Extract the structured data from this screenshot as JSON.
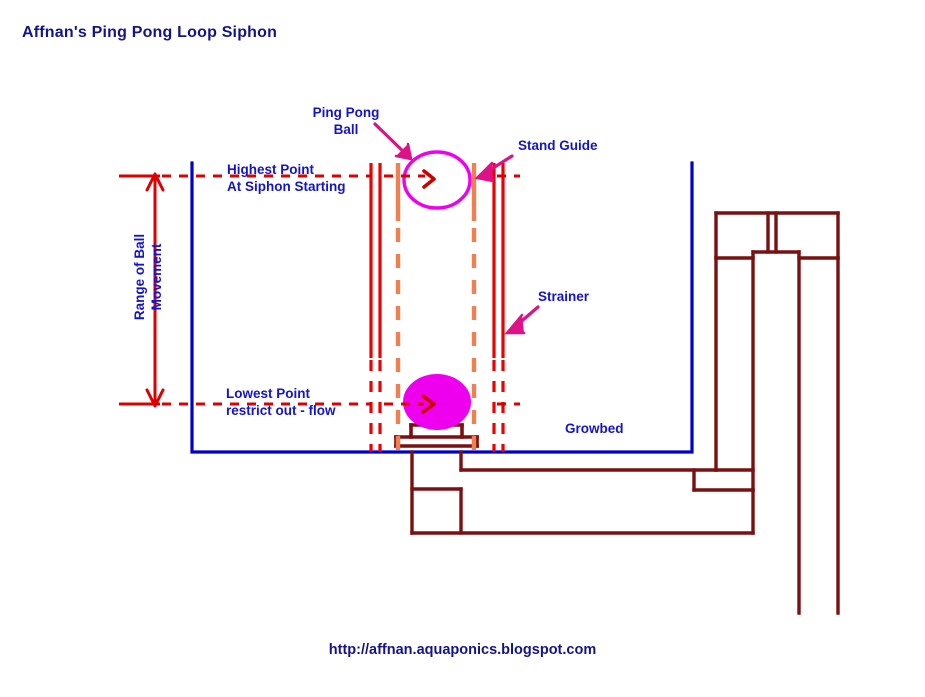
{
  "page": {
    "title": "Affnan's Ping Pong Loop Siphon",
    "footer_url": "http://affnan.aquaponics.blogspot.com",
    "background": "#ffffff"
  },
  "colors": {
    "title_text": "#141489",
    "label_text": "#1414c8",
    "growbed_outline": "#0000cc",
    "pipe": "#7a1010",
    "strainer_line": "#ee0000",
    "guide_line": "#f08050",
    "ball_outline": "#ee00ee",
    "ball_fill": "#ee00ee",
    "arrow_pink": "#dd1188",
    "dimension_red": "#dd0000"
  },
  "labels": {
    "ping_pong_ball": {
      "line1": "Ping Pong",
      "line2": "Ball"
    },
    "stand_guide": "Stand Guide",
    "strainer": "Strainer",
    "growbed": "Growbed",
    "highest_point": {
      "line1": "Highest Point",
      "line2": "At Siphon Starting"
    },
    "lowest_point": {
      "line1": "Lowest Point",
      "line2": "restrict out - flow"
    },
    "range_of_ball_movement": {
      "line1": "Range of Ball",
      "line2": "Movement"
    }
  },
  "diagram": {
    "type": "schematic",
    "subject": "Ping pong ball loop siphon for aquaponics growbed",
    "components": [
      {
        "name": "growbed",
        "shape": "open-top rectangle",
        "color": "#0000cc"
      },
      {
        "name": "ping-pong-ball-high",
        "state": "at highest point, hollow outline",
        "color": "#ee00ee"
      },
      {
        "name": "ping-pong-ball-low",
        "state": "at lowest point, filled",
        "color": "#ee00ee"
      },
      {
        "name": "strainer",
        "shape": "vertical double lines, dashed at base",
        "color": "#ee0000"
      },
      {
        "name": "stand-guide",
        "shape": "vertical dashed lines",
        "color": "#f08050"
      },
      {
        "name": "ball-stand",
        "shape": "T-shaped support",
        "color": "#7a1010"
      },
      {
        "name": "loop-siphon-pipe",
        "shape": "bell and loop downpipe assembly",
        "color": "#7a1010"
      }
    ],
    "annotations": [
      {
        "name": "highest-point-level",
        "type": "dashed-level-line",
        "color": "#dd0000"
      },
      {
        "name": "lowest-point-level",
        "type": "dashed-level-line",
        "color": "#dd0000"
      },
      {
        "name": "range-dimension",
        "type": "double-headed-arrow",
        "color": "#dd0000"
      }
    ]
  }
}
